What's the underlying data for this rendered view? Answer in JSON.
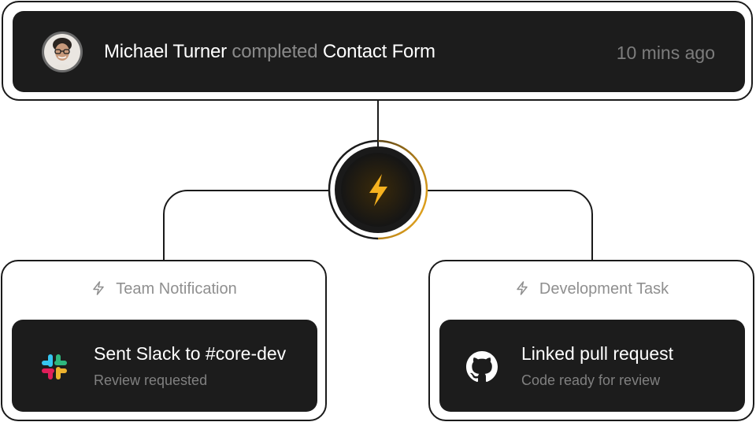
{
  "event": {
    "user_name": "Michael Turner",
    "verb": "completed",
    "target": "Contact Form",
    "time": "10 mins ago"
  },
  "actions": [
    {
      "header": "Team Notification",
      "title": "Sent Slack to #core-dev",
      "subtitle": "Review requested",
      "icon": "slack-icon"
    },
    {
      "header": "Development Task",
      "title": "Linked pull request",
      "subtitle": "Code ready for review",
      "icon": "github-icon"
    }
  ],
  "colors": {
    "card_dark": "#1c1c1c",
    "accent": "#f6b21f",
    "muted_text": "#8a8a8a"
  }
}
